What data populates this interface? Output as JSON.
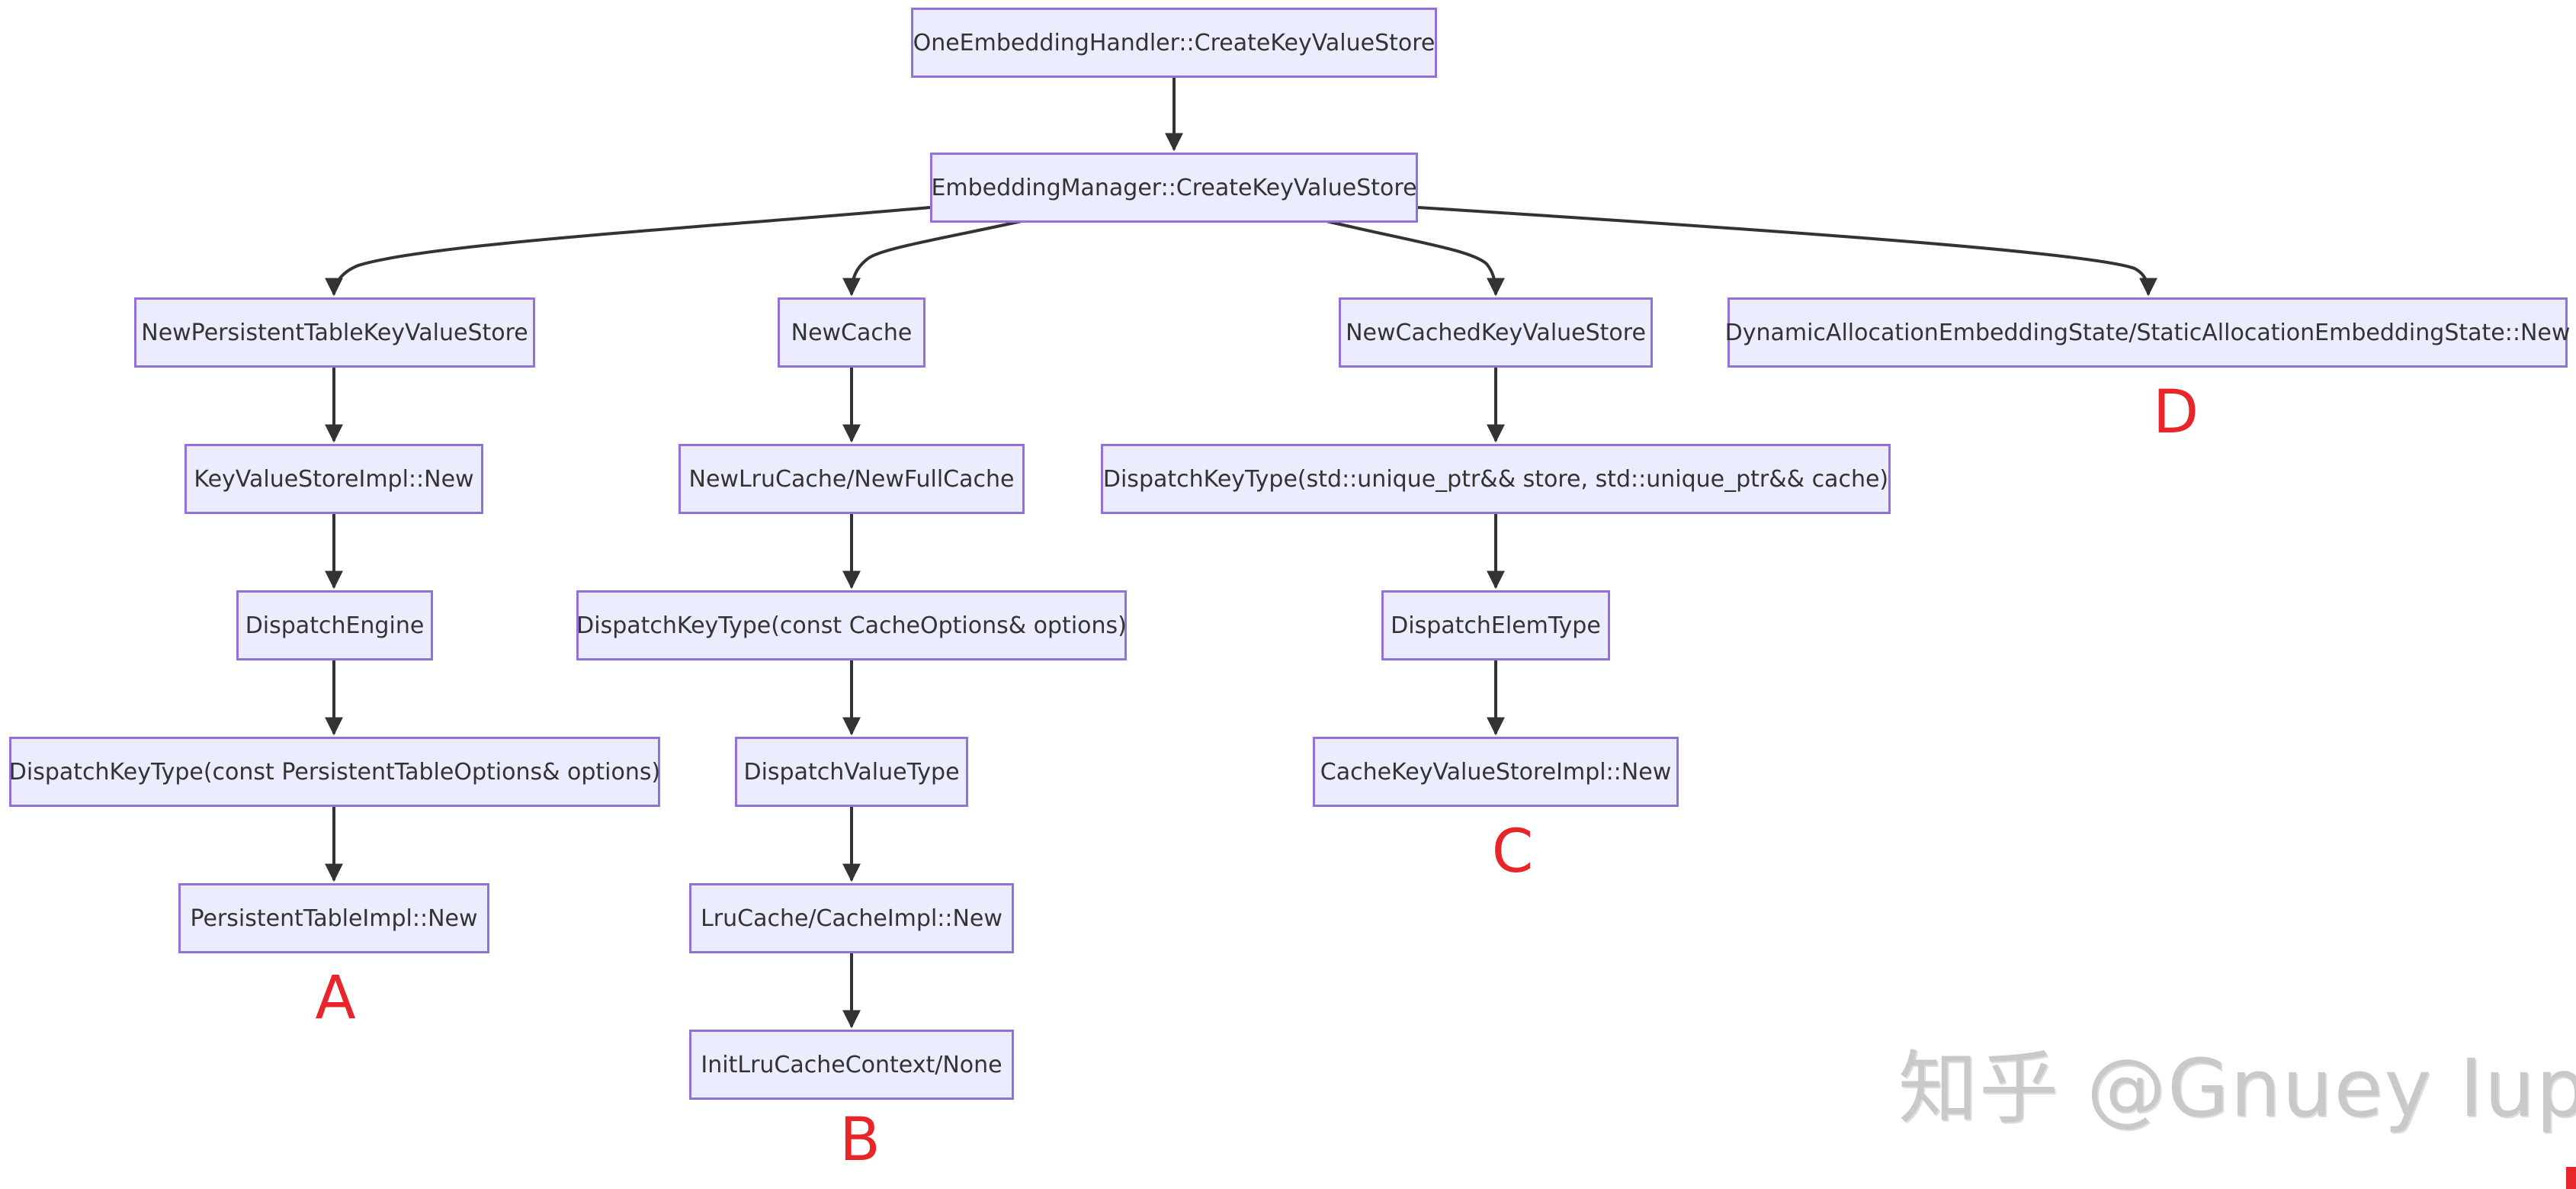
{
  "colors": {
    "node_fill": "#ececff",
    "node_border": "#9370db",
    "edge": "#333333",
    "marker": "#e8262a",
    "watermark": "#c9c9c9"
  },
  "nodes": {
    "root": "OneEmbeddingHandler::CreateKeyValueStore",
    "manager": "EmbeddingManager::CreateKeyValueStore",
    "a1": "NewPersistentTableKeyValueStore",
    "a2": "KeyValueStoreImpl::New",
    "a3": "DispatchEngine",
    "a4": "DispatchKeyType(const PersistentTableOptions& options)",
    "a5": "PersistentTableImpl::New",
    "b1": "NewCache",
    "b2": "NewLruCache/NewFullCache",
    "b3": "DispatchKeyType(const CacheOptions& options)",
    "b4": "DispatchValueType",
    "b5": "LruCache/CacheImpl::New",
    "b6": "InitLruCacheContext/None",
    "c1": "NewCachedKeyValueStore",
    "c2": "DispatchKeyType(std::unique_ptr&& store, std::unique_ptr&& cache)",
    "c3": "DispatchElemType",
    "c4": "CacheKeyValueStoreImpl::New",
    "d1": "DynamicAllocationEmbeddingState/StaticAllocationEmbeddingState::New"
  },
  "markers": {
    "a": "A",
    "b": "B",
    "c": "C",
    "d": "D"
  },
  "watermark": "知乎 @Gnuey Iup"
}
